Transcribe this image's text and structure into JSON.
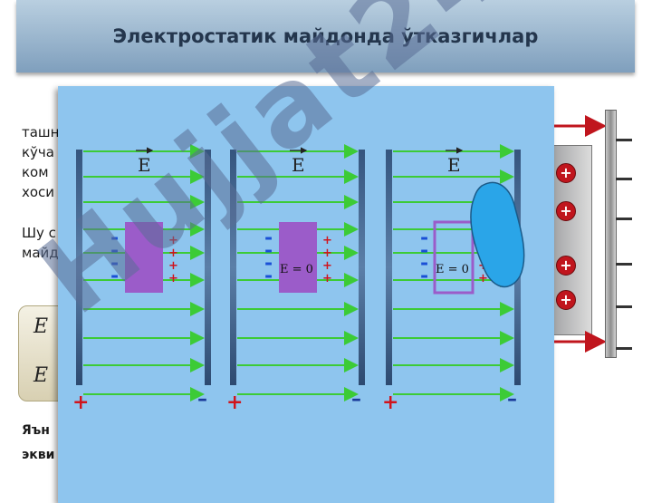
{
  "slide": {
    "title": "Электростатик майдонда ўтказгичлар",
    "text_lines": [
      "ташн",
      "кўча",
      "ком",
      "хоси"
    ],
    "text_lines2": [
      "Шу с",
      "майд"
    ],
    "bottom_lines": [
      "Яън",
      "экви"
    ],
    "formula_lines": [
      "E",
      "E"
    ]
  },
  "figure": {
    "panels": [
      {
        "field_label": "E",
        "inner_label": "",
        "body": "filled"
      },
      {
        "field_label": "E",
        "inner_label": "E = 0",
        "body": "filled"
      },
      {
        "field_label": "E",
        "inner_label": "E = 0",
        "body": "hollow"
      }
    ],
    "left_plate_sign": "+",
    "right_plate_sign": "–",
    "negative_sign": "-",
    "positive_sign": "+"
  },
  "right_panel": {
    "charges": [
      "+",
      "+",
      "+",
      "+"
    ]
  },
  "watermark": "Hujjat24",
  "colors": {
    "header": "#7f9fbd",
    "overlay": "#8ec5ee",
    "arrow": "#3ccb36",
    "body": "#9b5cc9",
    "charge_red": "#c0151d",
    "sign_blue": "#1a4fd6"
  }
}
